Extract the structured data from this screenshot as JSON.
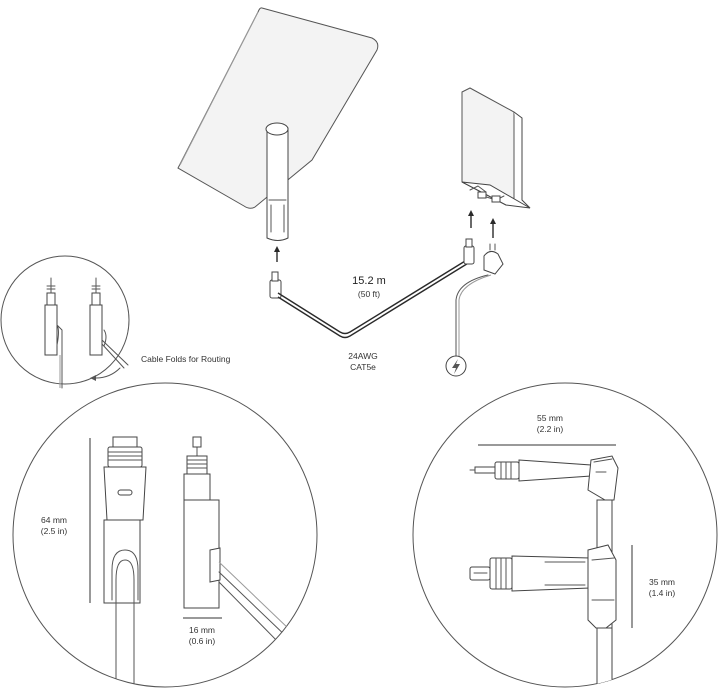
{
  "cable": {
    "length": "15.2 m",
    "length_imperial": "(50 ft)",
    "gauge": "24AWG",
    "type": "CAT5e"
  },
  "callout_left": {
    "note": "Cable Folds for Routing"
  },
  "detail_left": {
    "height": "64 mm",
    "height_imperial": "(2.5 in)",
    "width": "16 mm",
    "width_imperial": "(0.6 in)"
  },
  "detail_right": {
    "length": "55 mm",
    "length_imperial": "(2.2 in)",
    "height": "35 mm",
    "height_imperial": "(1.4 in)"
  },
  "icons": [
    "dish-icon",
    "router-icon",
    "power-icon"
  ]
}
